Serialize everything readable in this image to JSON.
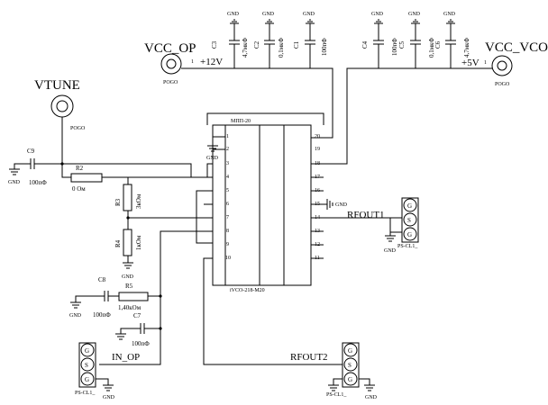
{
  "labels": {
    "vcc_op": "VCC_OP",
    "vcc_vco": "VCC_VCO",
    "vtune": "VTUNE",
    "rfout1": "RFOUT1",
    "rfout2": "RFOUT2",
    "in_op": "IN_OP",
    "plus12v": "+12V",
    "plus5v": "+5V",
    "pogo": "POGO",
    "gnd": "GND",
    "pin1": "1",
    "ps_cl1": "PS-CL1_",
    "g": "G",
    "s": "S",
    "mpp20": "МПП-20",
    "ivco": "iVCO-218-M20"
  },
  "components": {
    "c1": {
      "ref": "C1",
      "value": "100пФ"
    },
    "c2": {
      "ref": "C2",
      "value": "0,1мкФ"
    },
    "c3": {
      "ref": "C3",
      "value": "4,7мкФ"
    },
    "c4": {
      "ref": "C4",
      "value": "100пФ"
    },
    "c5": {
      "ref": "C5",
      "value": "0,1мкФ"
    },
    "c6": {
      "ref": "C6",
      "value": "4,7мкФ"
    },
    "c7": {
      "ref": "C7",
      "value": "100пФ"
    },
    "c8": {
      "ref": "C8",
      "value": "100пФ"
    },
    "c9": {
      "ref": "C9",
      "value": "100пФ"
    },
    "r2": {
      "ref": "R2",
      "value": "0 Ом"
    },
    "r3": {
      "ref": "R3",
      "value": "3кОм"
    },
    "r4": {
      "ref": "R4",
      "value": "1кОм"
    },
    "r5": {
      "ref": "R5",
      "value": "1,40кОм"
    }
  },
  "pins_left": [
    "1",
    "2",
    "3",
    "4",
    "5",
    "6",
    "7",
    "8",
    "9",
    "10"
  ],
  "pins_right": [
    "20",
    "19",
    "18",
    "17",
    "16",
    "15",
    "14",
    "13",
    "12",
    "11"
  ]
}
